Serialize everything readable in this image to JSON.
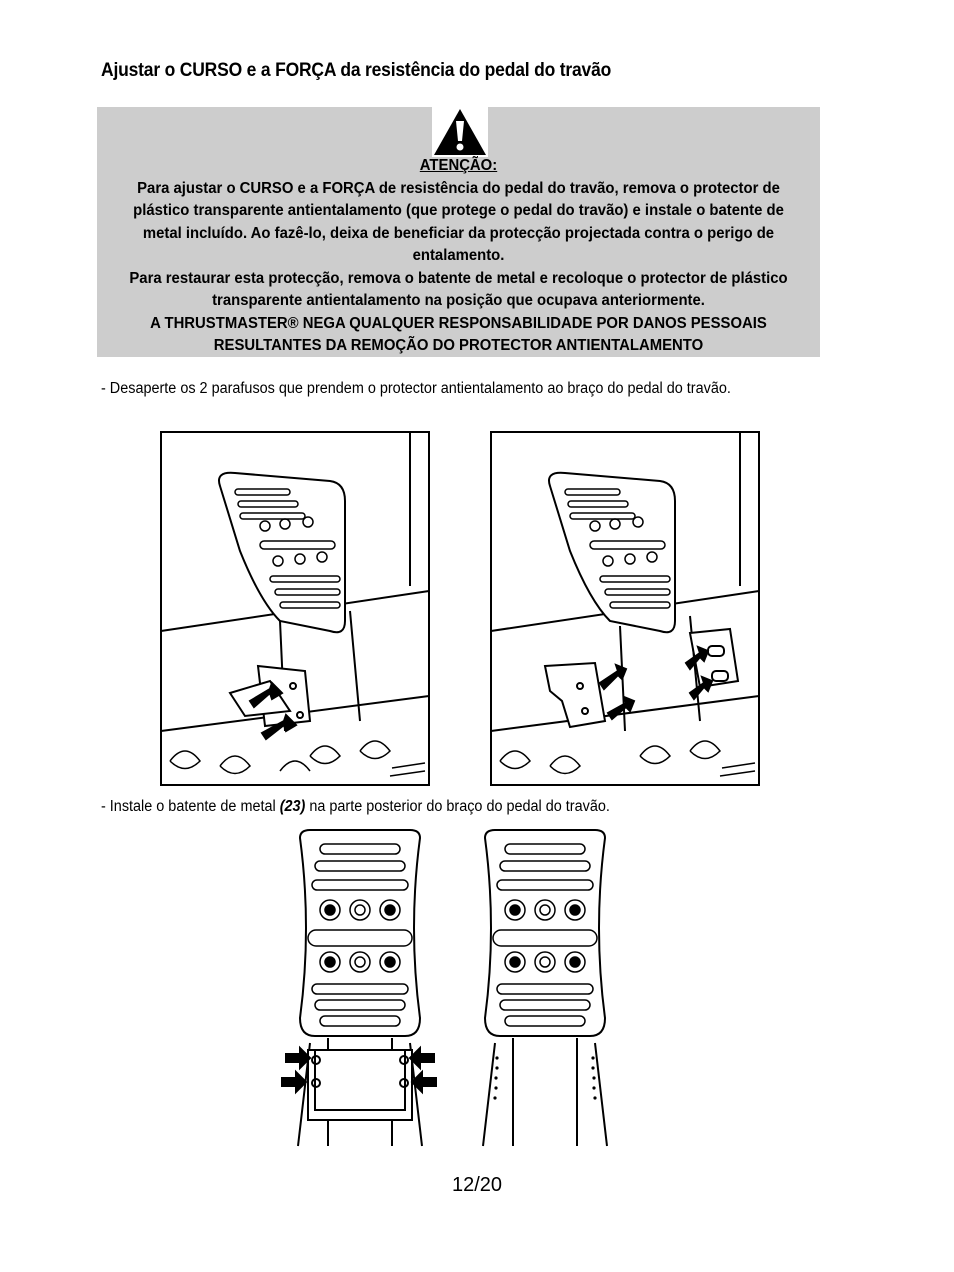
{
  "heading": "Ajustar o CURSO e a FORÇA da resistência do pedal do travão",
  "warning": {
    "icon": "warning-triangle-icon",
    "title": "ATENÇÃO:",
    "lines": [
      "Para ajustar o CURSO e a FORÇA de resistência do pedal do travão, remova o protector de",
      "plástico transparente antientalamento (que protege o pedal do travão) e instale o batente de",
      "metal incluído. Ao fazê-lo, deixa de beneficiar da protecção projectada contra o perigo de",
      "entalamento.",
      "Para restaurar esta protecção, remova o batente de metal e recoloque o protector de plástico",
      "transparente antientalamento na posição que ocupava anteriormente.",
      "A THRUSTMASTER® NEGA QUALQUER RESPONSABILIDADE POR DANOS PESSOAIS",
      "RESULTANTES DA REMOÇÃO DO PROTECTOR ANTIENTALAMENTO"
    ]
  },
  "step1": "- Desaperte os 2 parafusos que prendem o protector antientalamento ao braço do pedal do travão.",
  "step2": {
    "before": "- Instale o batente de metal ",
    "ref": "(23)",
    "after": " na parte posterior do braço do pedal do travão."
  },
  "page_number": "12/20"
}
